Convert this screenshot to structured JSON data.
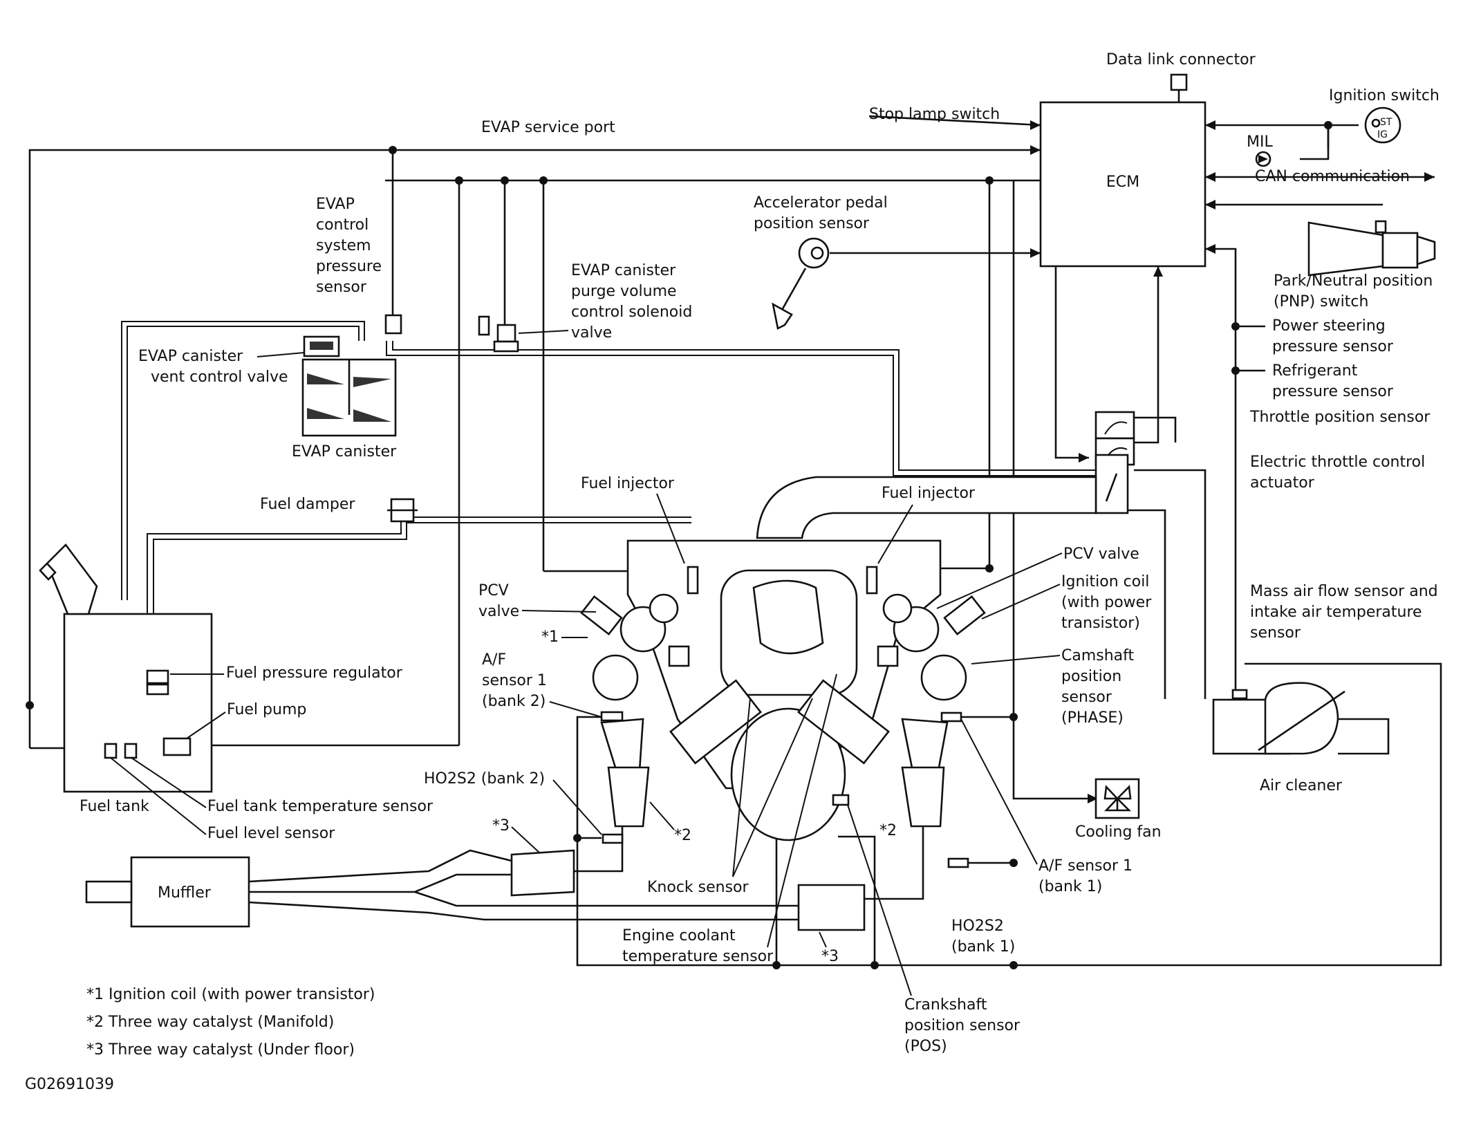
{
  "labels": {
    "data_link_connector": "Data link connector",
    "ignition_switch": "Ignition switch",
    "stop_lamp_switch": "Stop lamp switch",
    "evap_service_port": "EVAP service port",
    "ecm": "ECM",
    "mil": "MIL",
    "can_communication": "CAN communication",
    "evap_pressure_sensor": [
      "EVAP",
      "control",
      "system",
      "pressure",
      "sensor"
    ],
    "accelerator_pedal": [
      "Accelerator pedal",
      "position sensor"
    ],
    "pnp_switch": [
      "Park/Neutral position",
      "(PNP) switch"
    ],
    "evap_purge_valve": [
      "EVAP canister",
      "purge volume",
      "control solenoid",
      "valve"
    ],
    "evap_vent_valve": [
      "EVAP canister",
      "vent control valve"
    ],
    "power_steering_sensor": [
      "Power steering",
      "pressure sensor"
    ],
    "refrigerant_sensor": [
      "Refrigerant",
      "pressure sensor"
    ],
    "evap_canister": "EVAP canister",
    "throttle_position_sensor": "Throttle position sensor",
    "electric_throttle": [
      "Electric throttle control",
      "actuator"
    ],
    "fuel_damper": "Fuel damper",
    "fuel_injector_left": "Fuel injector",
    "fuel_injector_right": "Fuel injector",
    "pcv_valve_right": "PCV valve",
    "pcv_valve_left": [
      "PCV",
      "valve"
    ],
    "ignition_coil_right": [
      "Ignition coil",
      "(with power",
      "transistor)"
    ],
    "mass_air_flow": [
      "Mass air flow sensor and",
      "intake air temperature",
      "sensor"
    ],
    "star1": "*1",
    "af_sensor_bank2": [
      "A/F",
      "sensor 1",
      "(bank 2)"
    ],
    "camshaft_sensor": [
      "Camshaft",
      "position",
      "sensor",
      "(PHASE)"
    ],
    "fuel_pressure_regulator": "Fuel pressure regulator",
    "fuel_pump": "Fuel pump",
    "ho2s2_bank2": "HO2S2 (bank 2)",
    "cooling_fan": "Cooling fan",
    "air_cleaner": "Air cleaner",
    "fuel_tank": "Fuel tank",
    "fuel_tank_temp_sensor": "Fuel tank temperature sensor",
    "fuel_level_sensor": "Fuel level sensor",
    "star3_left": "*3",
    "star2_left": "*2",
    "star2_right": "*2",
    "af_sensor_bank1": [
      "A/F sensor 1",
      "(bank 1)"
    ],
    "muffler": "Muffler",
    "knock_sensor": "Knock sensor",
    "engine_coolant_sensor": [
      "Engine coolant",
      "temperature sensor"
    ],
    "star3_right": "*3",
    "ho2s2_bank1": [
      "HO2S2",
      "(bank 1)"
    ],
    "crankshaft_sensor": [
      "Crankshaft",
      "position sensor",
      "(POS)"
    ],
    "ign_st": "ST",
    "ign_ig": "IG"
  },
  "notes": [
    "*1 Ignition coil (with power transistor)",
    "*2 Three way catalyst (Manifold)",
    "*3 Three way catalyst (Under floor)"
  ],
  "figure_id": "G02691039",
  "icons": {
    "ignition_switch": "ignition-switch-icon",
    "cooling_fan": "fan-icon",
    "accelerator_pedal": "pedal-icon"
  }
}
